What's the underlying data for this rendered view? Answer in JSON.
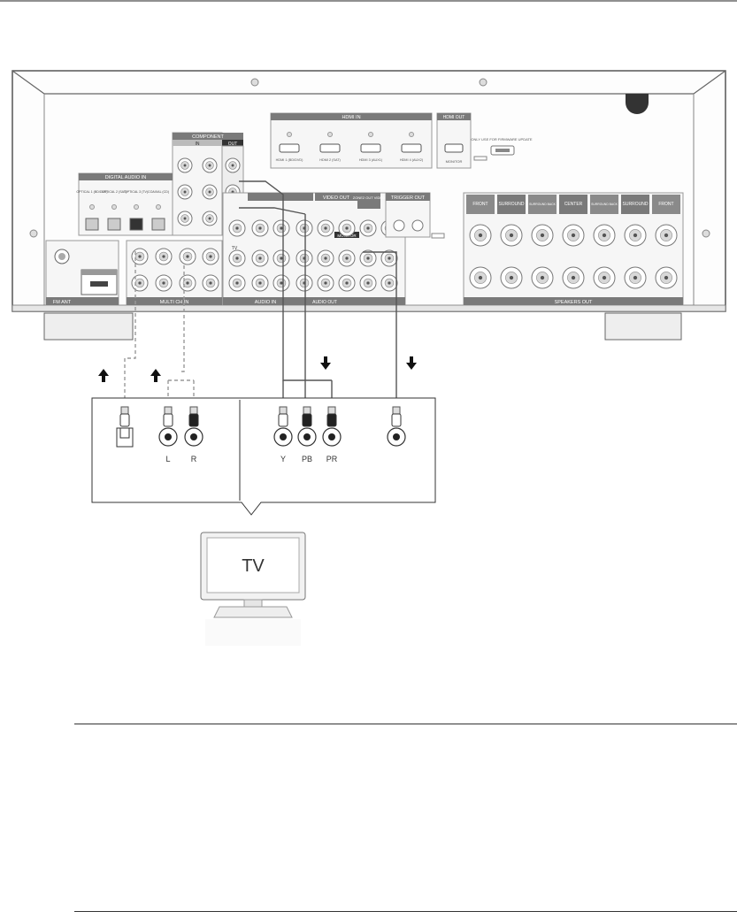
{
  "receiver": {
    "sections": {
      "hdmi_in": "HDMI IN",
      "hdmi_out": "HDMI OUT",
      "component": "COMPONENT",
      "component_in": "IN",
      "component_out": "OUT",
      "digital_audio_in": "DIGITAL AUDIO IN",
      "video_out": "VIDEO OUT",
      "zone2_out_video": "ZONE2 OUT VIDEO",
      "trigger_out": "TRIGGER OUT",
      "multi_ch_in": "MULTI CH IN",
      "audio_in": "AUDIO IN",
      "audio_out": "AUDIO OUT",
      "fm_ant": "FM ANT",
      "speakers_out": "SPEAKERS OUT"
    },
    "hdmi_ports": [
      "HDMI 1 (BD/DVD)",
      "HDMI 2 (SAT)",
      "HDMI 3 (AUX1)",
      "HDMI 4 (AUX2)"
    ],
    "hdmi_out_port": "MONITOR",
    "usb_note": "ONLY USE FOR FIRMWARE UPDATE",
    "optical_ports": [
      "OPTICAL 1 (BD/DVD)",
      "OPTICAL 2 (SAT)",
      "OPTICAL 3 (TV)",
      "COAXIAL (CD)"
    ],
    "speaker_channels": [
      "FRONT",
      "SURROUND",
      "SURROUND BACK FRONT HEIGHT (ZONE2)",
      "CENTER",
      "SURROUND BACK FRONT HEIGHT (ZONE2)",
      "SURROUND",
      "FRONT"
    ],
    "monitor_label": "MONITOR",
    "tv_jack": "TV"
  },
  "cables": {
    "audio_labels": [
      "L",
      "R"
    ],
    "component_labels": [
      "Y",
      "PB",
      "PR"
    ]
  },
  "tv": {
    "label": "TV"
  },
  "colors": {
    "line": "#555555",
    "panel_fill": "#f6f6f6",
    "section_header": "#7a7a7a",
    "jack_ring": "#888888",
    "cable_dashed": "#999999"
  }
}
